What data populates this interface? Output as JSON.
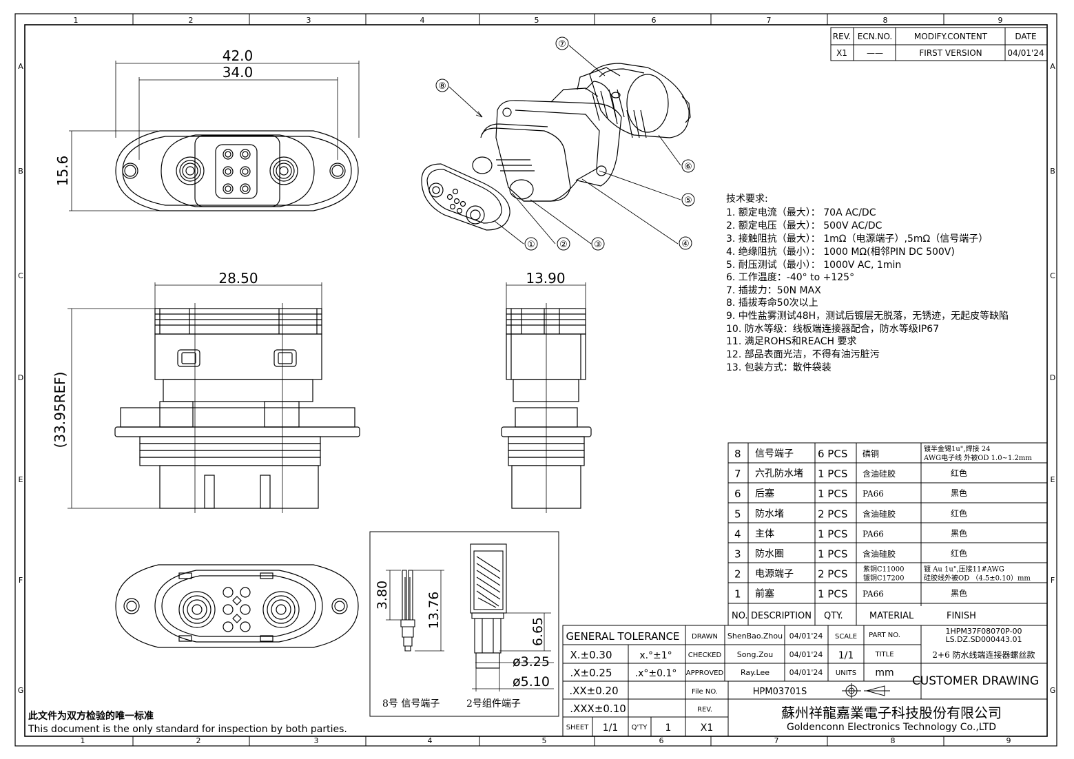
{
  "zones": {
    "columns": [
      "1",
      "2",
      "3",
      "4",
      "5",
      "6",
      "7",
      "8",
      "9"
    ],
    "rows": [
      "A",
      "B",
      "C",
      "D",
      "E",
      "F",
      "G"
    ]
  },
  "revision_table": {
    "headers": [
      "REV.",
      "ECN.NO.",
      "MODIFY.CONTENT",
      "DATE"
    ],
    "rows": [
      [
        "X1",
        "——",
        "FIRST  VERSION",
        "04/01'24"
      ]
    ]
  },
  "dimensions": {
    "top_width_outer": "42.0",
    "top_width_inner": "34.0",
    "top_height": "15.6",
    "side_width": "28.50",
    "side_height": "(33.95REF)",
    "end_width": "13.90",
    "signal_len": "3.80",
    "signal_total": "13.76",
    "power_len": "6.65",
    "power_d1": "ø3.25",
    "power_d2": "ø5.10"
  },
  "detail_labels": {
    "signal": "8号 信号端子",
    "power": "2号组件端子"
  },
  "callouts": [
    "①",
    "②",
    "③",
    "④",
    "⑤",
    "⑥",
    "⑦",
    "⑧"
  ],
  "tech_requirements": {
    "title": "技术要求:",
    "items": [
      "1. 额定电流（最大）：  70A AC/DC",
      "2. 额定电压（最大）：  500V   AC/DC",
      "3. 接触阻抗（最大）：  1mΩ（电源端子）,5mΩ（信号端子）",
      "4. 绝缘阻抗（最小）：  1000 MΩ(相邻PIN DC 500V)",
      "5. 耐压测试（最小）：  1000V AC, 1min",
      "6. 工作温度：-40° to +125°",
      "7. 插拔力：50N MAX",
      "8. 插拔寿命50次以上",
      "9. 中性盐雾测试48H，测试后镀层无脱落，无锈迹，无起皮等缺陷",
      "10. 防水等级：线板端连接器配合，防水等级IP67",
      "11. 满足ROHS和REACH 要求",
      "12. 部品表面光洁，不得有油污脏污",
      "13. 包装方式：散件袋装"
    ]
  },
  "bom": {
    "headers": [
      "NO.",
      "DESCRIPTION",
      "QTY.",
      "MATERIAL",
      "FINISH"
    ],
    "rows": [
      {
        "no": "8",
        "desc": "信号端子",
        "qty": "6  PCS",
        "mat": "磷铜",
        "finish": "镀半金锡1u\",焊接 24 AWG电子线 外被OD 1.0~1.2mm"
      },
      {
        "no": "7",
        "desc": "六孔防水堵",
        "qty": "1  PCS",
        "mat": "含油硅胶",
        "finish": "红色"
      },
      {
        "no": "6",
        "desc": "后塞",
        "qty": "1  PCS",
        "mat": "PA66",
        "finish": "黑色"
      },
      {
        "no": "5",
        "desc": "防水堵",
        "qty": "2  PCS",
        "mat": "含油硅胶",
        "finish": "红色"
      },
      {
        "no": "4",
        "desc": "主体",
        "qty": "1  PCS",
        "mat": "PA66",
        "finish": "黑色"
      },
      {
        "no": "3",
        "desc": "防水圈",
        "qty": "1  PCS",
        "mat": "含油硅胶",
        "finish": "红色"
      },
      {
        "no": "2",
        "desc": "电源端子",
        "qty": "2  PCS",
        "mat": "紫铜C11000 镀铜C17200",
        "finish": "镀 Au 1u\",压接11#AWG 硅胶线外被OD （4.5±0.10）mm"
      },
      {
        "no": "1",
        "desc": "前塞",
        "qty": "1  PCS",
        "mat": "PA66",
        "finish": "黑色"
      }
    ]
  },
  "title_block": {
    "general_tolerance": "GENERAL  TOLERANCE",
    "tolerances": [
      "X.±0.30",
      ".X±0.25",
      ".XX±0.20",
      ".XXX±0.10"
    ],
    "angle_tolerances": [
      "x.°±1°",
      ".x°±0.1°"
    ],
    "drawn_label": "DRAWN",
    "drawn_by": "ShenBao.Zhou",
    "drawn_date": "04/01'24",
    "checked_label": "CHECKED",
    "checked_by": "Song.Zou",
    "checked_date": "04/01'24",
    "approved_label": "APPROVED",
    "approved_by": "Ray.Lee",
    "approved_date": "04/01'24",
    "scale_label": "SCALE",
    "scale": "1/1",
    "units_label": "UNITS",
    "units": "mm",
    "part_no_label": "PART  NO.",
    "part_no": "1HPM37F08070P-00",
    "part_no2": "LS.DZ.SD000443.01",
    "title_label": "TITLE",
    "title": "2+6 防水线端连接器螺丝款",
    "customer_drawing": "CUSTOMER  DRAWING",
    "file_no_label": "File  NO.",
    "file_no": "HPM03701S",
    "rev_label": "REV.",
    "rev": "X1",
    "sheet_label": "SHEET",
    "sheet": "1/1",
    "qty_label": "Q'TY",
    "qty": "1",
    "company_cn": "蘇州祥龍嘉業電子科技股份有限公司",
    "company_en": "Goldenconn  Electronics  Technology  Co.,LTD"
  },
  "notes": {
    "cn": "此文件为双方检验的唯一标准",
    "en": "This document is the only standard for inspection by both parties."
  }
}
